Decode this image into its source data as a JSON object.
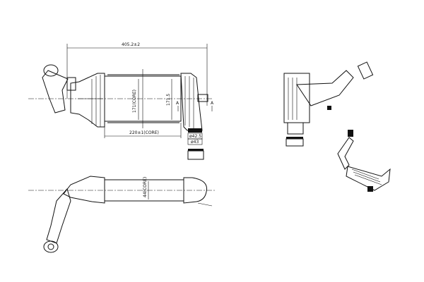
{
  "dimensions": {
    "overall_length": "405.2±2",
    "core_height": "171(CORE)",
    "tank_height": "171.5",
    "core_width": "220±1(CORE)",
    "outlet_inner_dia": "ø42.5",
    "outlet_outer_dia": "ø43",
    "core_depth": "44(CORE)",
    "section_mark": "A"
  }
}
